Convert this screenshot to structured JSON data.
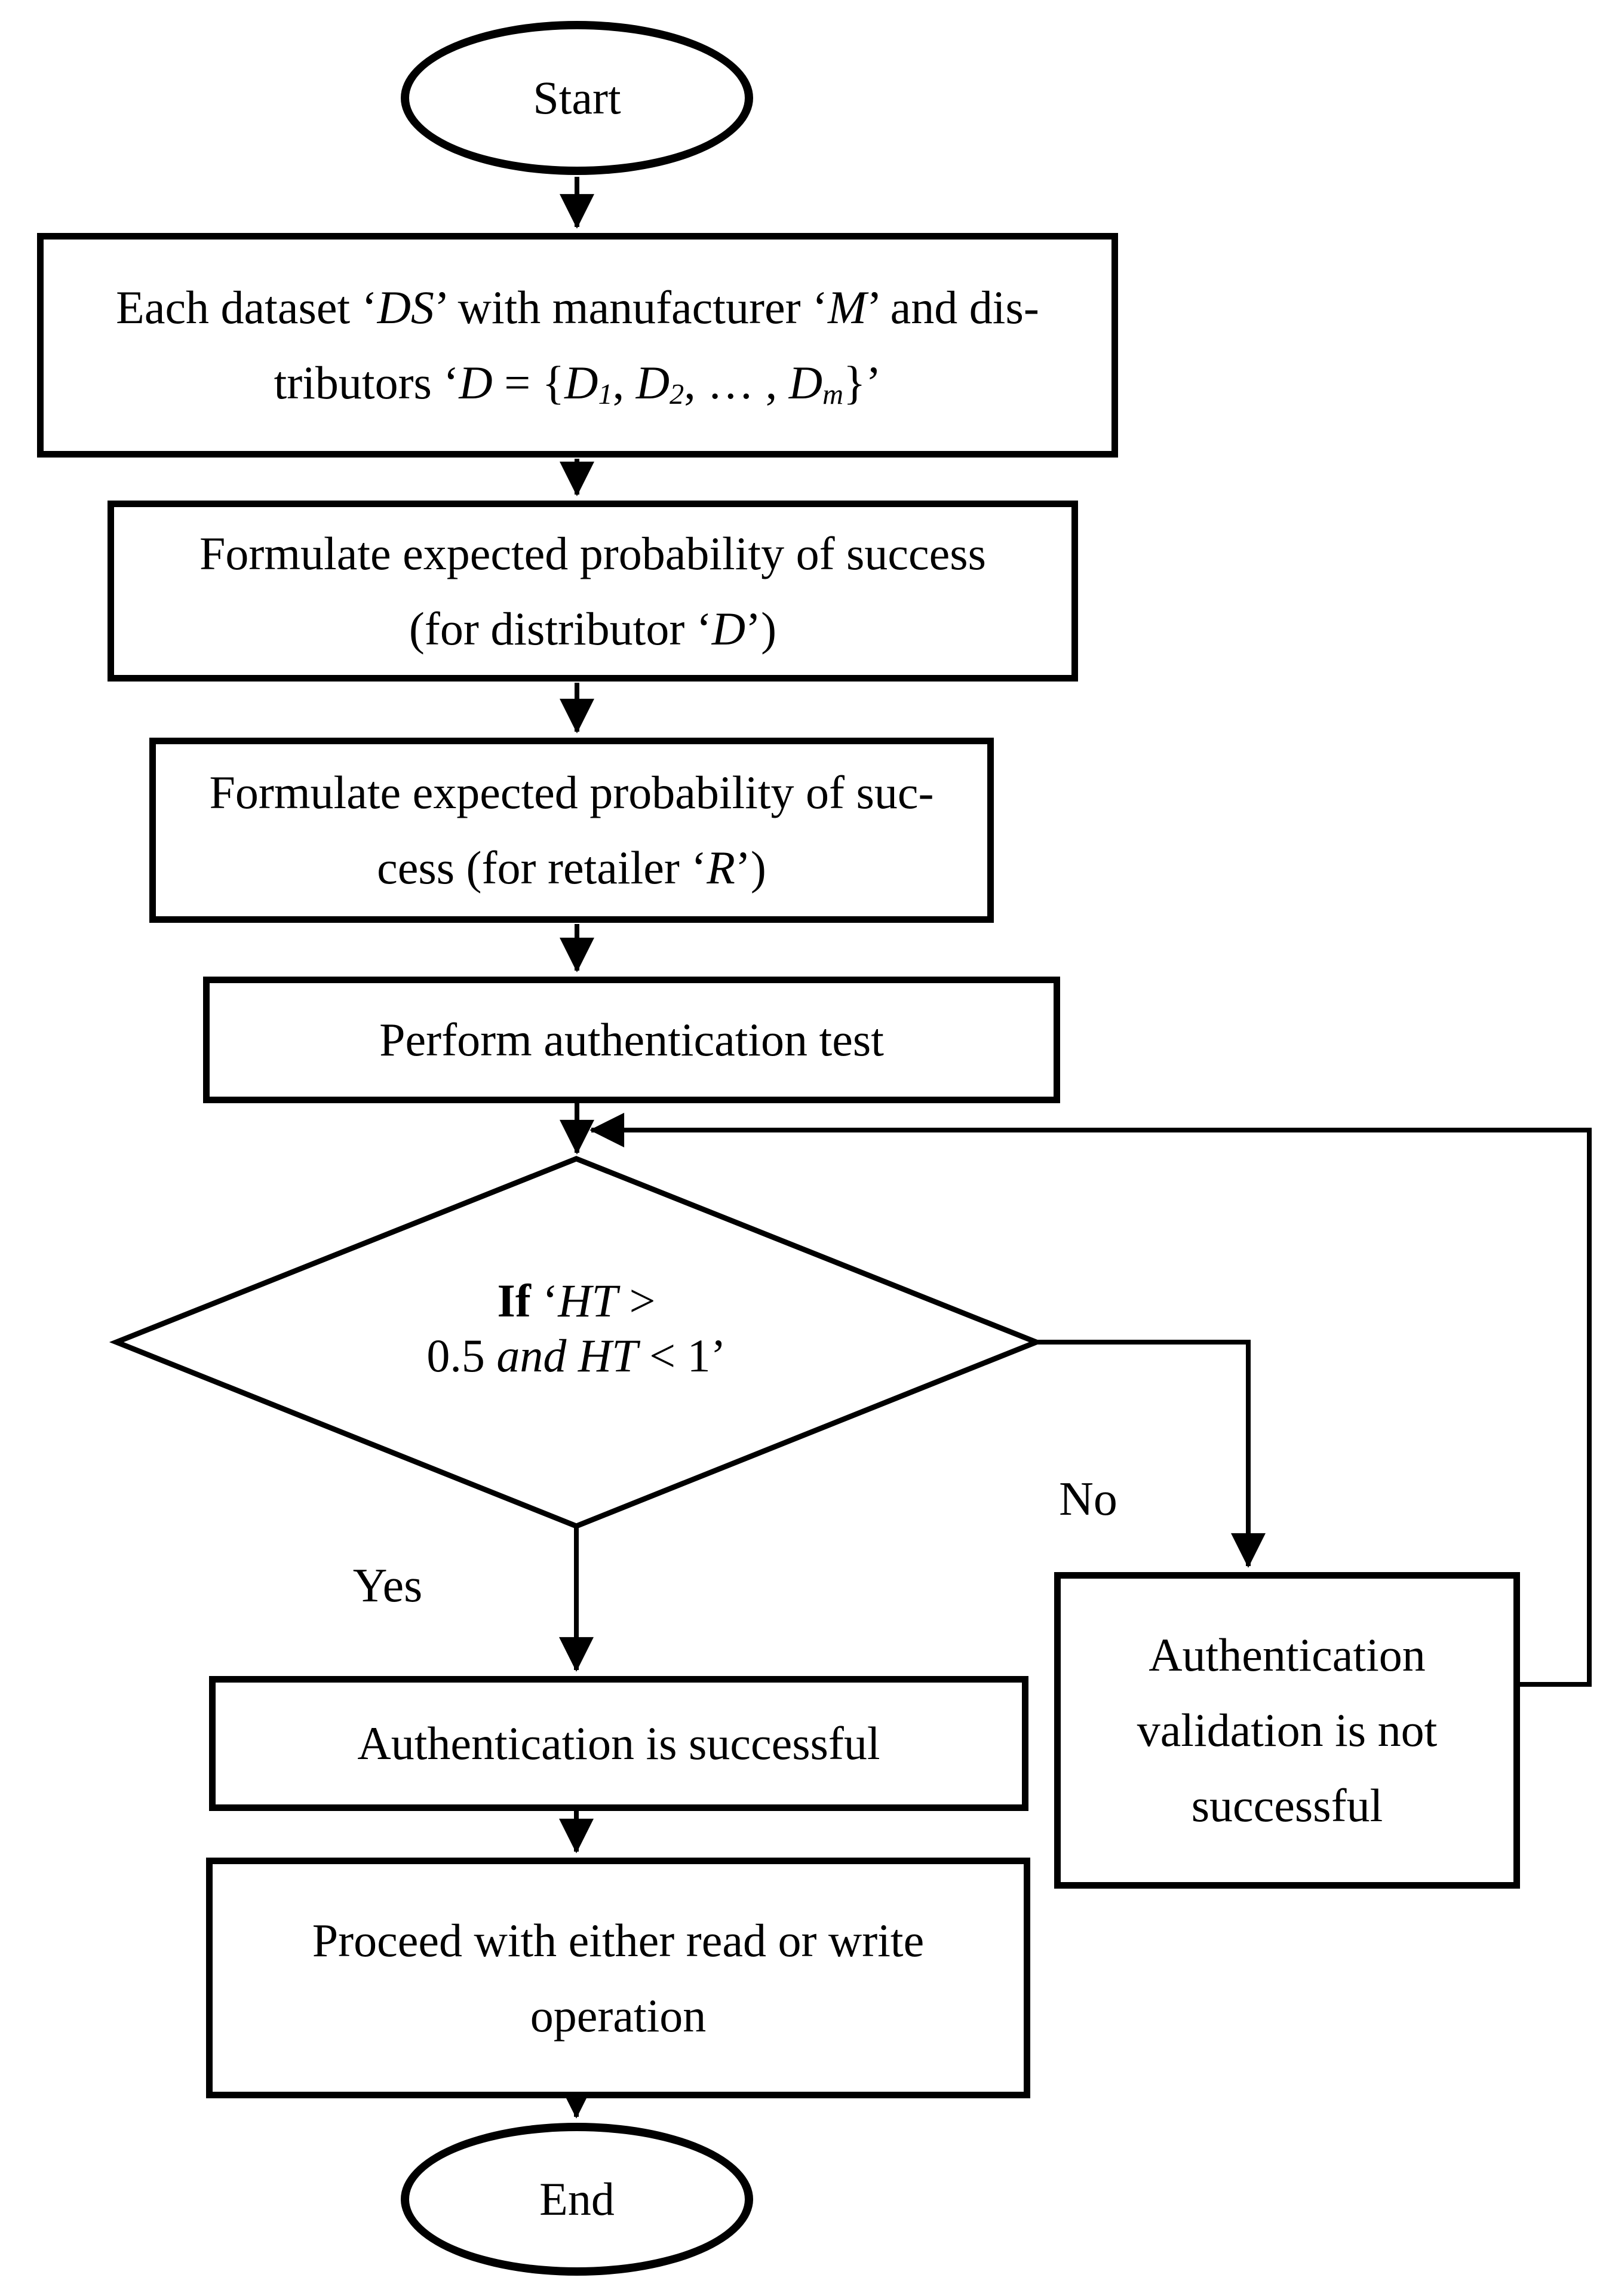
{
  "flowchart": {
    "colors": {
      "stroke": "#000000",
      "background": "#ffffff"
    },
    "start_label": "Start",
    "end_label": "End",
    "yes_label": "Yes",
    "no_label": "No",
    "dataset_box": {
      "l1_a": "Each dataset ‘",
      "l1_b": "DS",
      "l1_c": "’ with manufacturer ‘",
      "l1_d": "M",
      "l1_e": "’ and dis-",
      "l2_a": "tributors ‘",
      "l2_b": "D",
      "l2_c": " = {",
      "l2_d": "D",
      "l2_sub1": "1",
      "l2_e": ", ",
      "l2_f": "D",
      "l2_sub2": "2",
      "l2_g": ", … , ",
      "l2_h": "D",
      "l2_subm": "m",
      "l2_i": "}’"
    },
    "prob_distributor_box": {
      "l1": "Formulate expected probability of success",
      "l2_a": "(for distributor ‘",
      "l2_b": "D",
      "l2_c": "’)"
    },
    "prob_retailer_box": {
      "l1": "Formulate expected probability of suc-",
      "l2_a": "cess (for retailer ‘",
      "l2_b": "R",
      "l2_c": "’)"
    },
    "auth_test_box": {
      "l1": "Perform authentication test"
    },
    "decision": {
      "l1_a": "If",
      "l1_b": " ‘",
      "l1_c": "HT",
      "l1_d": " >",
      "l2_a": "0.5 ",
      "l2_b": "and HT",
      "l2_c": " < 1’"
    },
    "auth_success_box": {
      "l1": "Authentication is successful"
    },
    "proceed_box": {
      "l1": "Proceed with either read or write",
      "l2": "operation"
    },
    "auth_fail_box": {
      "l1": "Authentication",
      "l2": "validation is not",
      "l3": "successful"
    }
  }
}
